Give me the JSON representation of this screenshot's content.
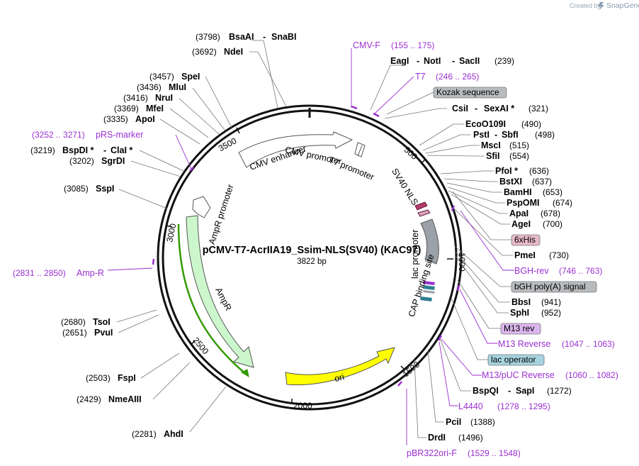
{
  "plasmid": {
    "name": "pCMV-T7-AcrIIA19_Ssim-NLS(SV40) (KAC97)",
    "size_label": "3822 bp",
    "length": 3822
  },
  "watermark": {
    "prefix": "Created by",
    "brand": "SnapGene"
  },
  "ticks": [
    "500",
    "1000",
    "1500",
    "2000",
    "2500",
    "3000",
    "3500"
  ],
  "enzymes": [
    {
      "name": "BsaAI",
      "name2": "SnaBI",
      "pos": "(3798)",
      "site": 3798
    },
    {
      "name": "NdeI",
      "pos": "(3692)",
      "site": 3692
    },
    {
      "name": "SpeI",
      "pos": "(3457)",
      "site": 3457
    },
    {
      "name": "MluI",
      "pos": "(3436)",
      "site": 3436
    },
    {
      "name": "NruI",
      "pos": "(3416)",
      "site": 3416
    },
    {
      "name": "MfeI",
      "pos": "(3369)",
      "site": 3369
    },
    {
      "name": "ApoI",
      "pos": "(3335)",
      "site": 3335
    },
    {
      "name": "BspDI *",
      "name2": "ClaI *",
      "pos": "(3219)",
      "site": 3219
    },
    {
      "name": "SgrDI",
      "pos": "(3202)",
      "site": 3202
    },
    {
      "name": "SspI",
      "pos": "(3085)",
      "site": 3085
    },
    {
      "name": "TsoI",
      "pos": "(2680)",
      "site": 2680
    },
    {
      "name": "PvuI",
      "pos": "(2651)",
      "site": 2651
    },
    {
      "name": "FspI",
      "pos": "(2503)",
      "site": 2503
    },
    {
      "name": "NmeAIII",
      "pos": "(2429)",
      "site": 2429
    },
    {
      "name": "AhdI",
      "pos": "(2281)",
      "site": 2281
    },
    {
      "name": "EagI",
      "name2": "NotI",
      "name3": "SacII",
      "pos": "(239)",
      "site": 239
    },
    {
      "name": "CsiI",
      "name2": "SexAI *",
      "pos": "(321)",
      "site": 321
    },
    {
      "name": "EcoO109I",
      "pos": "(490)",
      "site": 490
    },
    {
      "name": "PstI",
      "name2": "SbfI",
      "pos": "(498)",
      "site": 498
    },
    {
      "name": "MscI",
      "pos": "(515)",
      "site": 515
    },
    {
      "name": "SfiI",
      "pos": "(554)",
      "site": 554
    },
    {
      "name": "PfoI *",
      "pos": "(636)",
      "site": 636
    },
    {
      "name": "BstXI",
      "pos": "(637)",
      "site": 637
    },
    {
      "name": "BamHI",
      "pos": "(653)",
      "site": 653
    },
    {
      "name": "PspOMI",
      "pos": "(674)",
      "site": 674
    },
    {
      "name": "ApaI",
      "pos": "(678)",
      "site": 678
    },
    {
      "name": "AgeI",
      "pos": "(700)",
      "site": 700
    },
    {
      "name": "PmeI",
      "pos": "(730)",
      "site": 730
    },
    {
      "name": "BbsI",
      "pos": "(941)",
      "site": 941
    },
    {
      "name": "SphI",
      "pos": "(952)",
      "site": 952
    },
    {
      "name": "BspQI",
      "name2": "SapI",
      "pos": "(1272)",
      "site": 1272
    },
    {
      "name": "PciI",
      "pos": "(1388)",
      "site": 1388
    },
    {
      "name": "DrdI",
      "pos": "(1496)",
      "site": 1496
    }
  ],
  "primers": [
    {
      "name": "CMV-F",
      "range": "(155 .. 175)"
    },
    {
      "name": "T7",
      "range": "(246 .. 265)"
    },
    {
      "name": "pRS-marker",
      "range": "(3252 .. 3271)"
    },
    {
      "name": "Amp-R",
      "range": "(2831 .. 2850)"
    },
    {
      "name": "BGH-rev",
      "range": "(746 .. 763)"
    },
    {
      "name": "M13 Reverse",
      "range": "(1047 .. 1063)"
    },
    {
      "name": "M13/pUC Reverse",
      "range": "(1060 .. 1082)"
    },
    {
      "name": "L4440",
      "range": "(1278 .. 1295)"
    },
    {
      "name": "pBR322ori-F",
      "range": "(1529 .. 1548)"
    }
  ],
  "feature_boxes": [
    {
      "label": "Kozak sequence",
      "color": "#b9bcbf"
    },
    {
      "label": "6xHis",
      "color": "#e7b9c6"
    },
    {
      "label": "bGH poly(A) signal",
      "color": "#b9bcbf"
    },
    {
      "label": "M13 rev",
      "color": "#dcb6ee"
    },
    {
      "label": "lac operator",
      "color": "#a6d3e0"
    }
  ],
  "inner_features": {
    "cmv_enhancer": "CMV enhancer",
    "cmv_promoter": "CMV promoter",
    "t7_promoter": "T7 promoter",
    "sv40_nls": "SV40 NLS",
    "lac_promoter": "lac promoter",
    "cap_site": "CAP binding site",
    "ampr_promoter": "AmpR promoter",
    "ampr": "AmpR",
    "ori": "ori"
  },
  "colors": {
    "primer": "#9b2fd1",
    "ampr_fill": "#ccf7cc",
    "ori_fill": "#ffff00",
    "cds_green": "#339900",
    "sv40_nls": "#b33a6b",
    "lac_promoter": "#9aa1a8",
    "lac_operator": "#2f7f91"
  }
}
